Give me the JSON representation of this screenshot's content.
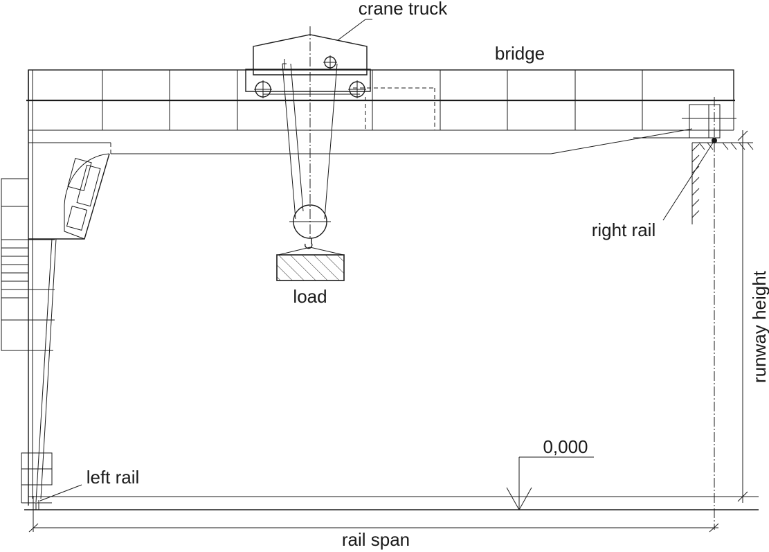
{
  "labels": {
    "crane_truck": "crane truck",
    "bridge": "bridge",
    "right_rail": "right rail",
    "load": "load",
    "runway_height": "runway height",
    "elevation": "0,000",
    "left_rail": "left rail",
    "rail_span": "rail span"
  }
}
